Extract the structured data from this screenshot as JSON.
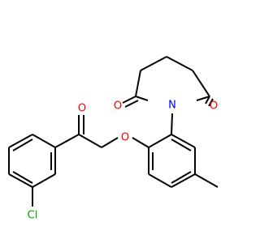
{
  "colors": {
    "background": "#ffffff",
    "bond": "#000000",
    "oxygen": "#ff0000",
    "nitrogen": "#0000ff",
    "chlorine": "#00aa00"
  },
  "atoms": {
    "chlorine": "Cl",
    "ketone_oxygen": "O",
    "ether_oxygen": "O",
    "imide_oxygen_left": "O",
    "imide_oxygen_right": "O",
    "imide_nitrogen": "N"
  }
}
